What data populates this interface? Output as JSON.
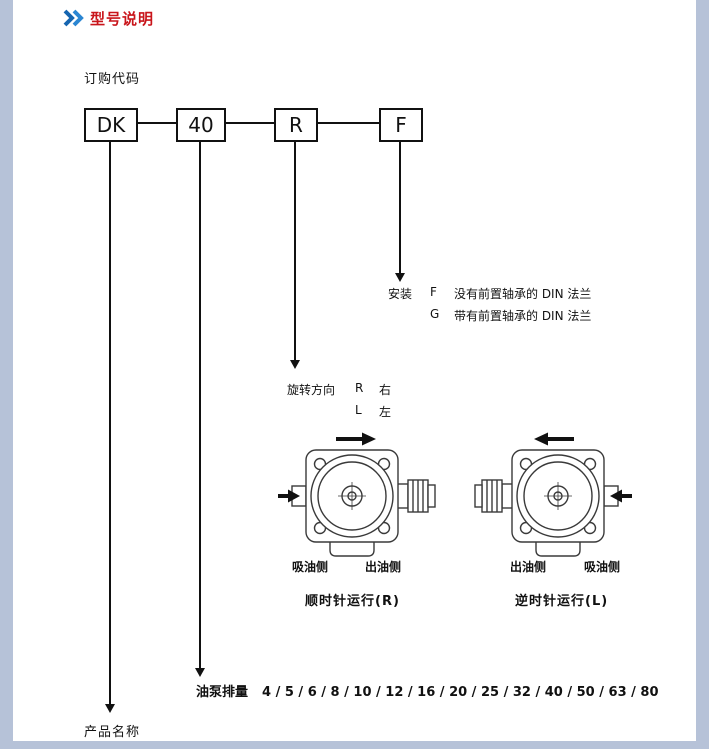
{
  "colors": {
    "title_red": "#c9151b",
    "chevron_blue": "#1a72c4",
    "frame": "#b6c2d8",
    "line": "#111111"
  },
  "header": {
    "title": "型号说明"
  },
  "order": {
    "label": "订购代码",
    "boxes": [
      "DK",
      "40",
      "R",
      "F"
    ]
  },
  "mounting": {
    "label": "安装",
    "options": [
      {
        "code": "F",
        "desc": "没有前置轴承的 DIN 法兰"
      },
      {
        "code": "G",
        "desc": "带有前置轴承的 DIN 法兰"
      }
    ]
  },
  "rotation": {
    "label": "旋转方向",
    "options": [
      {
        "code": "R",
        "desc": "右"
      },
      {
        "code": "L",
        "desc": "左"
      }
    ]
  },
  "pumps": [
    {
      "left_label": "吸油侧",
      "right_label": "出油侧",
      "caption": "顺时针运行(R)"
    },
    {
      "left_label": "出油侧",
      "right_label": "吸油侧",
      "caption": "逆时针运行(L)"
    }
  ],
  "displacement": {
    "label": "油泵排量",
    "values": "4 / 5 / 6 / 8 / 10 / 12 / 16 / 20 / 25 / 32 / 40 / 50 / 63 / 80"
  },
  "product": {
    "label": "产品名称"
  }
}
